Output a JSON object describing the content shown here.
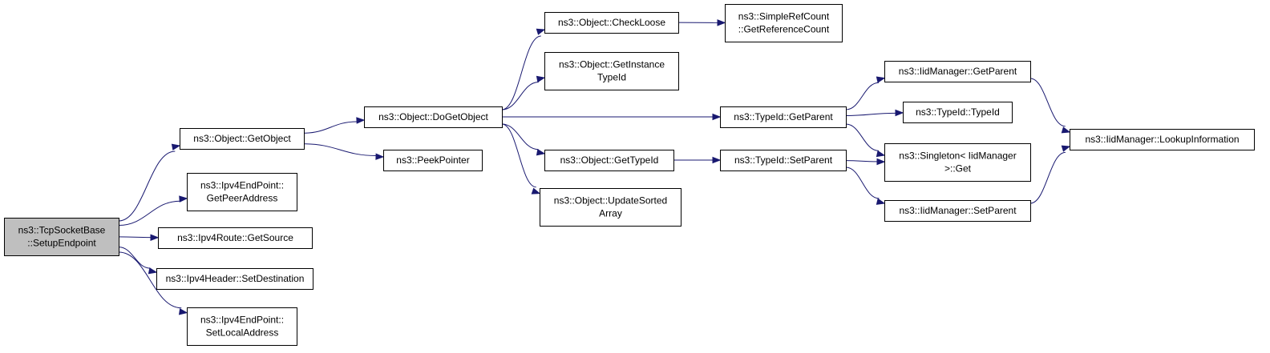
{
  "colors": {
    "edge": "#191970",
    "node_border": "#000000",
    "root_fill": "#bfbfbf",
    "node_fill": "#ffffff"
  },
  "nodes": [
    {
      "id": "setupEndpoint",
      "lines": [
        "ns3::TcpSocketBase",
        "::SetupEndpoint"
      ],
      "root": true
    },
    {
      "id": "getObject",
      "lines": [
        "ns3::Object::GetObject"
      ]
    },
    {
      "id": "getPeerAddress",
      "lines": [
        "ns3::Ipv4EndPoint::",
        "GetPeerAddress"
      ]
    },
    {
      "id": "getSource",
      "lines": [
        "ns3::Ipv4Route::GetSource"
      ]
    },
    {
      "id": "setDestination",
      "lines": [
        "ns3::Ipv4Header::SetDestination"
      ]
    },
    {
      "id": "setLocalAddress",
      "lines": [
        "ns3::Ipv4EndPoint::",
        "SetLocalAddress"
      ]
    },
    {
      "id": "doGetObject",
      "lines": [
        "ns3::Object::DoGetObject"
      ]
    },
    {
      "id": "peekPointer",
      "lines": [
        "ns3::PeekPointer"
      ]
    },
    {
      "id": "checkLoose",
      "lines": [
        "ns3::Object::CheckLoose"
      ]
    },
    {
      "id": "getInstanceTypeId",
      "lines": [
        "ns3::Object::GetInstance",
        "TypeId"
      ]
    },
    {
      "id": "getTypeId",
      "lines": [
        "ns3::Object::GetTypeId"
      ]
    },
    {
      "id": "updateSortedArray",
      "lines": [
        "ns3::Object::UpdateSorted",
        "Array"
      ]
    },
    {
      "id": "getReferenceCount",
      "lines": [
        "ns3::SimpleRefCount",
        "::GetReferenceCount"
      ]
    },
    {
      "id": "typeIdGetParent",
      "lines": [
        "ns3::TypeId::GetParent"
      ]
    },
    {
      "id": "typeIdSetParent",
      "lines": [
        "ns3::TypeId::SetParent"
      ]
    },
    {
      "id": "iidGetParent",
      "lines": [
        "ns3::IidManager::GetParent"
      ]
    },
    {
      "id": "typeIdTypeId",
      "lines": [
        "ns3::TypeId::TypeId"
      ]
    },
    {
      "id": "singletonGet",
      "lines": [
        "ns3::Singleton< IidManager",
        ">::Get"
      ]
    },
    {
      "id": "iidSetParent",
      "lines": [
        "ns3::IidManager::SetParent"
      ]
    },
    {
      "id": "lookupInformation",
      "lines": [
        "ns3::IidManager::LookupInformation"
      ]
    }
  ],
  "edges": [
    {
      "from": "setupEndpoint",
      "to": "getObject"
    },
    {
      "from": "setupEndpoint",
      "to": "getPeerAddress"
    },
    {
      "from": "setupEndpoint",
      "to": "getSource"
    },
    {
      "from": "setupEndpoint",
      "to": "setDestination"
    },
    {
      "from": "setupEndpoint",
      "to": "setLocalAddress"
    },
    {
      "from": "getObject",
      "to": "doGetObject"
    },
    {
      "from": "getObject",
      "to": "peekPointer"
    },
    {
      "from": "doGetObject",
      "to": "checkLoose"
    },
    {
      "from": "doGetObject",
      "to": "getInstanceTypeId"
    },
    {
      "from": "doGetObject",
      "to": "typeIdGetParent"
    },
    {
      "from": "doGetObject",
      "to": "getTypeId"
    },
    {
      "from": "doGetObject",
      "to": "updateSortedArray"
    },
    {
      "from": "checkLoose",
      "to": "getReferenceCount"
    },
    {
      "from": "getTypeId",
      "to": "typeIdSetParent"
    },
    {
      "from": "typeIdGetParent",
      "to": "iidGetParent"
    },
    {
      "from": "typeIdGetParent",
      "to": "typeIdTypeId"
    },
    {
      "from": "typeIdGetParent",
      "to": "singletonGet"
    },
    {
      "from": "typeIdSetParent",
      "to": "singletonGet"
    },
    {
      "from": "typeIdSetParent",
      "to": "iidSetParent"
    },
    {
      "from": "iidGetParent",
      "to": "lookupInformation"
    },
    {
      "from": "iidSetParent",
      "to": "lookupInformation"
    }
  ]
}
